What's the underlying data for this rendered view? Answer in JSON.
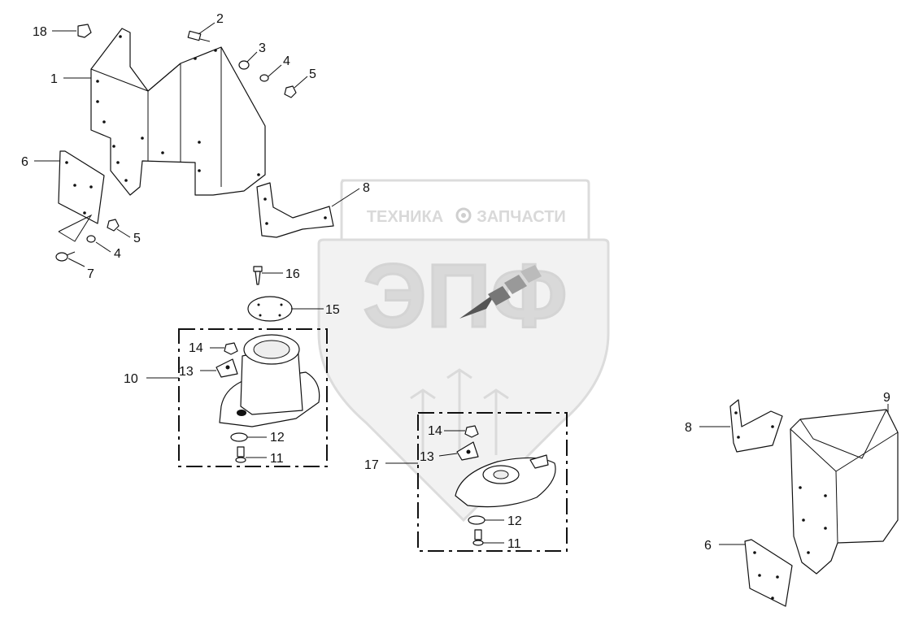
{
  "watermark": {
    "top_text_left": "ТЕХНИКА",
    "top_text_right": "ЗАПЧАСТИ",
    "big_text": "ЭПФ",
    "gear_icon": "gear-icon"
  },
  "callouts": [
    {
      "id": "1",
      "label": "1"
    },
    {
      "id": "2",
      "label": "2"
    },
    {
      "id": "3",
      "label": "3"
    },
    {
      "id": "4a",
      "label": "4"
    },
    {
      "id": "5a",
      "label": "5"
    },
    {
      "id": "6a",
      "label": "6"
    },
    {
      "id": "5b",
      "label": "5"
    },
    {
      "id": "4b",
      "label": "4"
    },
    {
      "id": "7",
      "label": "7"
    },
    {
      "id": "8a",
      "label": "8"
    },
    {
      "id": "18",
      "label": "18"
    },
    {
      "id": "16",
      "label": "16"
    },
    {
      "id": "15",
      "label": "15"
    },
    {
      "id": "14a",
      "label": "14"
    },
    {
      "id": "13a",
      "label": "13"
    },
    {
      "id": "10",
      "label": "10"
    },
    {
      "id": "12a",
      "label": "12"
    },
    {
      "id": "11a",
      "label": "11"
    },
    {
      "id": "14b",
      "label": "14"
    },
    {
      "id": "13b",
      "label": "13"
    },
    {
      "id": "17",
      "label": "17"
    },
    {
      "id": "12b",
      "label": "12"
    },
    {
      "id": "11b",
      "label": "11"
    },
    {
      "id": "8b",
      "label": "8"
    },
    {
      "id": "9",
      "label": "9"
    },
    {
      "id": "6b",
      "label": "6"
    }
  ]
}
